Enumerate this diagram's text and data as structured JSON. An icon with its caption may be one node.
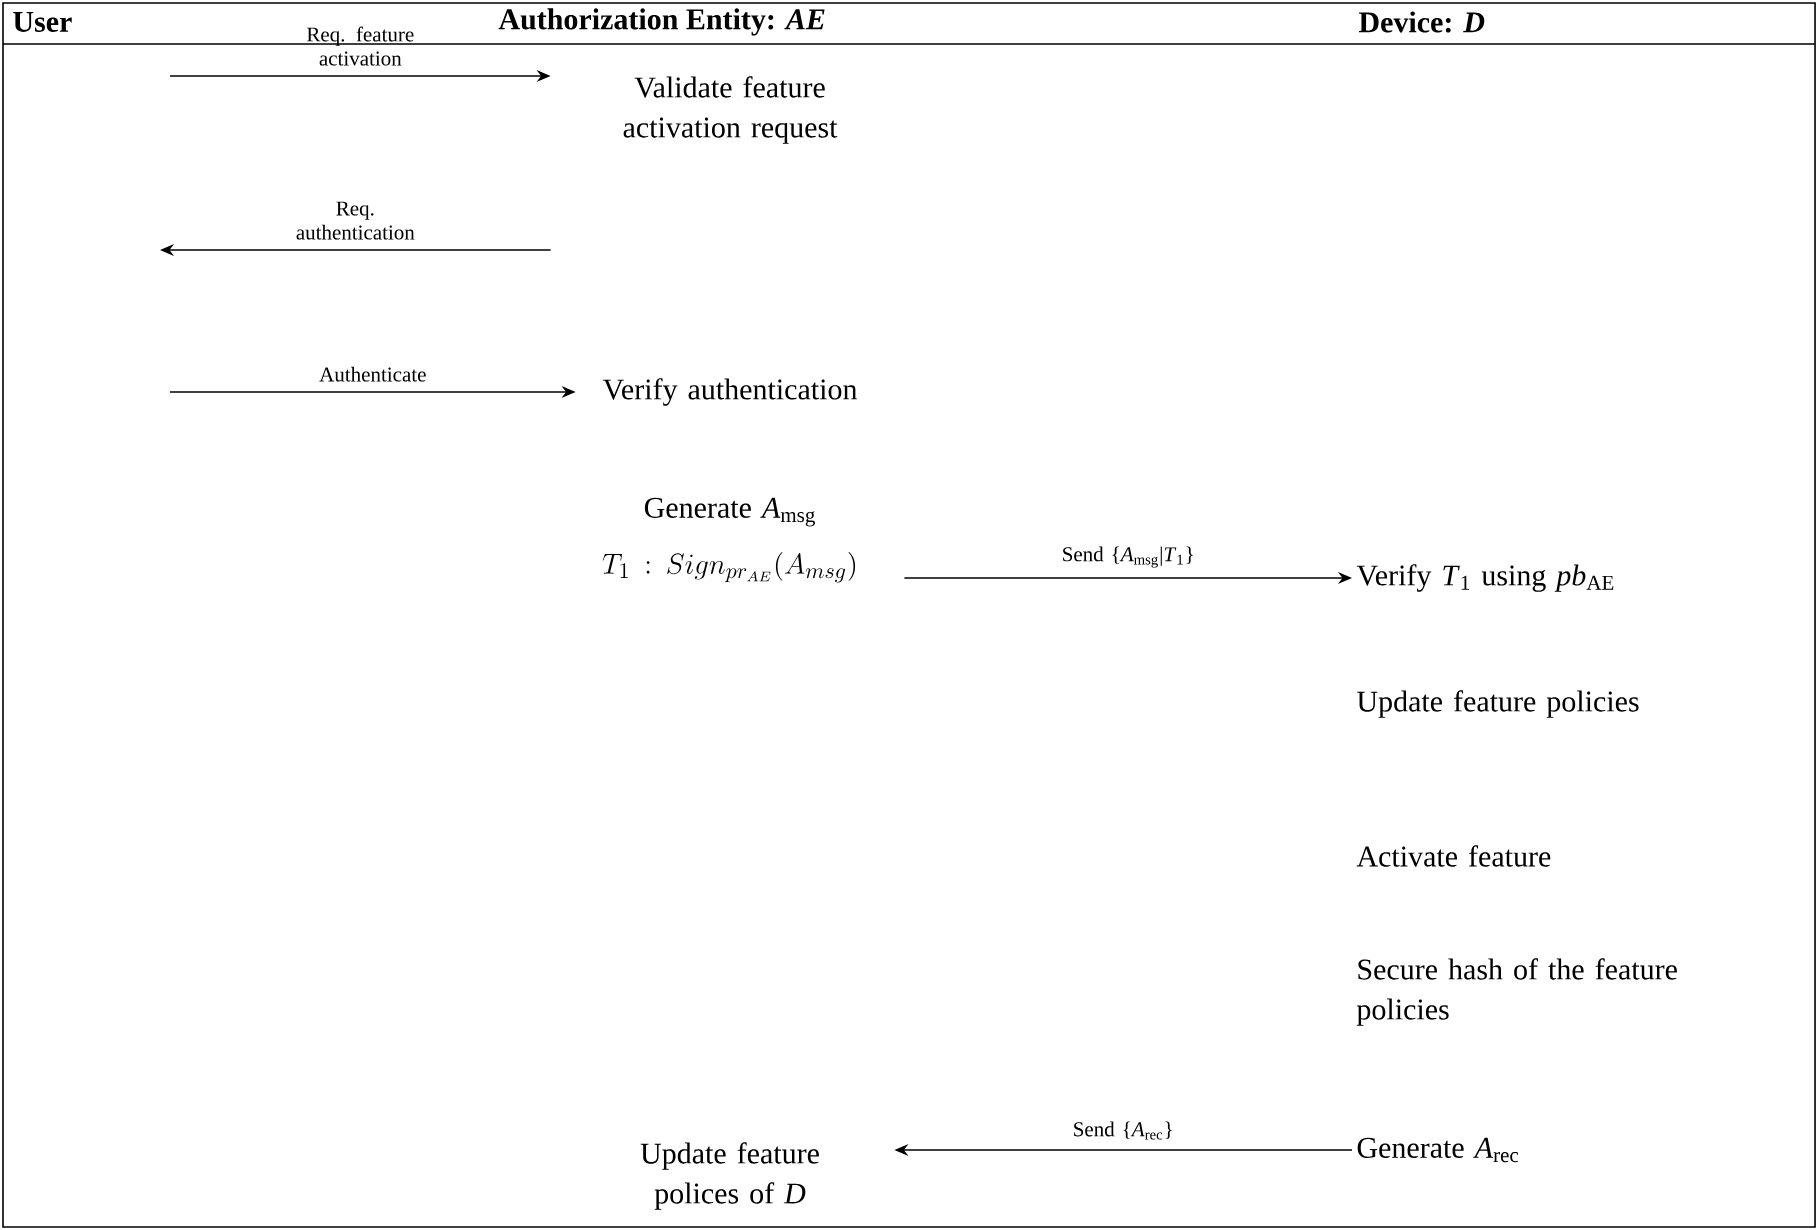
{
  "diagram": {
    "nodes": [
      {
        "text": [
          "Validate feature activation request"
        ]
      },
      {
        "text": [
          "Verify authentication"
        ]
      },
      {
        "text": [
          "Generate *A*$_{msg}$",
          "T_1 : Sign_{pr_{AE}}(A_{msg})"
        ]
      },
      {
        "text": [
          "Verify *T*$_{1}$ using *pb*$_{AE}$"
        ]
      },
      {
        "text": [
          "Update feature policies"
        ]
      },
      {
        "text": [
          "Activate feature"
        ]
      },
      {
        "text": [
          "Secure hash of the feature policies"
        ]
      },
      {
        "text": [
          "Generate *A*$_{rec}$"
        ]
      },
      {
        "text": [
          "Update feature polices of *D*"
        ]
      }
    ],
    "edges": [
      {
        "from": null,
        "to": 0,
        "arrow": "to",
        "label": "Req. feature activation"
      },
      {
        "from": 0,
        "to": null,
        "arrow": "to",
        "label": "Req. authentication"
      },
      {
        "from": null,
        "to": 1,
        "arrow": "to",
        "label": "Authenticate"
      },
      {
        "from": 2,
        "to": 3,
        "arrow": "to",
        "label": "Send {*A*$_{msg}$|*T*$_{1}$}"
      },
      {
        "from": 7,
        "to": 8,
        "arrow": "to",
        "label": "Send {*A*$_{rec}$}"
      }
    ],
    "labels": [
      "User",
      "Authorization Entity: *AE*",
      "Device: *D*"
    ]
  }
}
